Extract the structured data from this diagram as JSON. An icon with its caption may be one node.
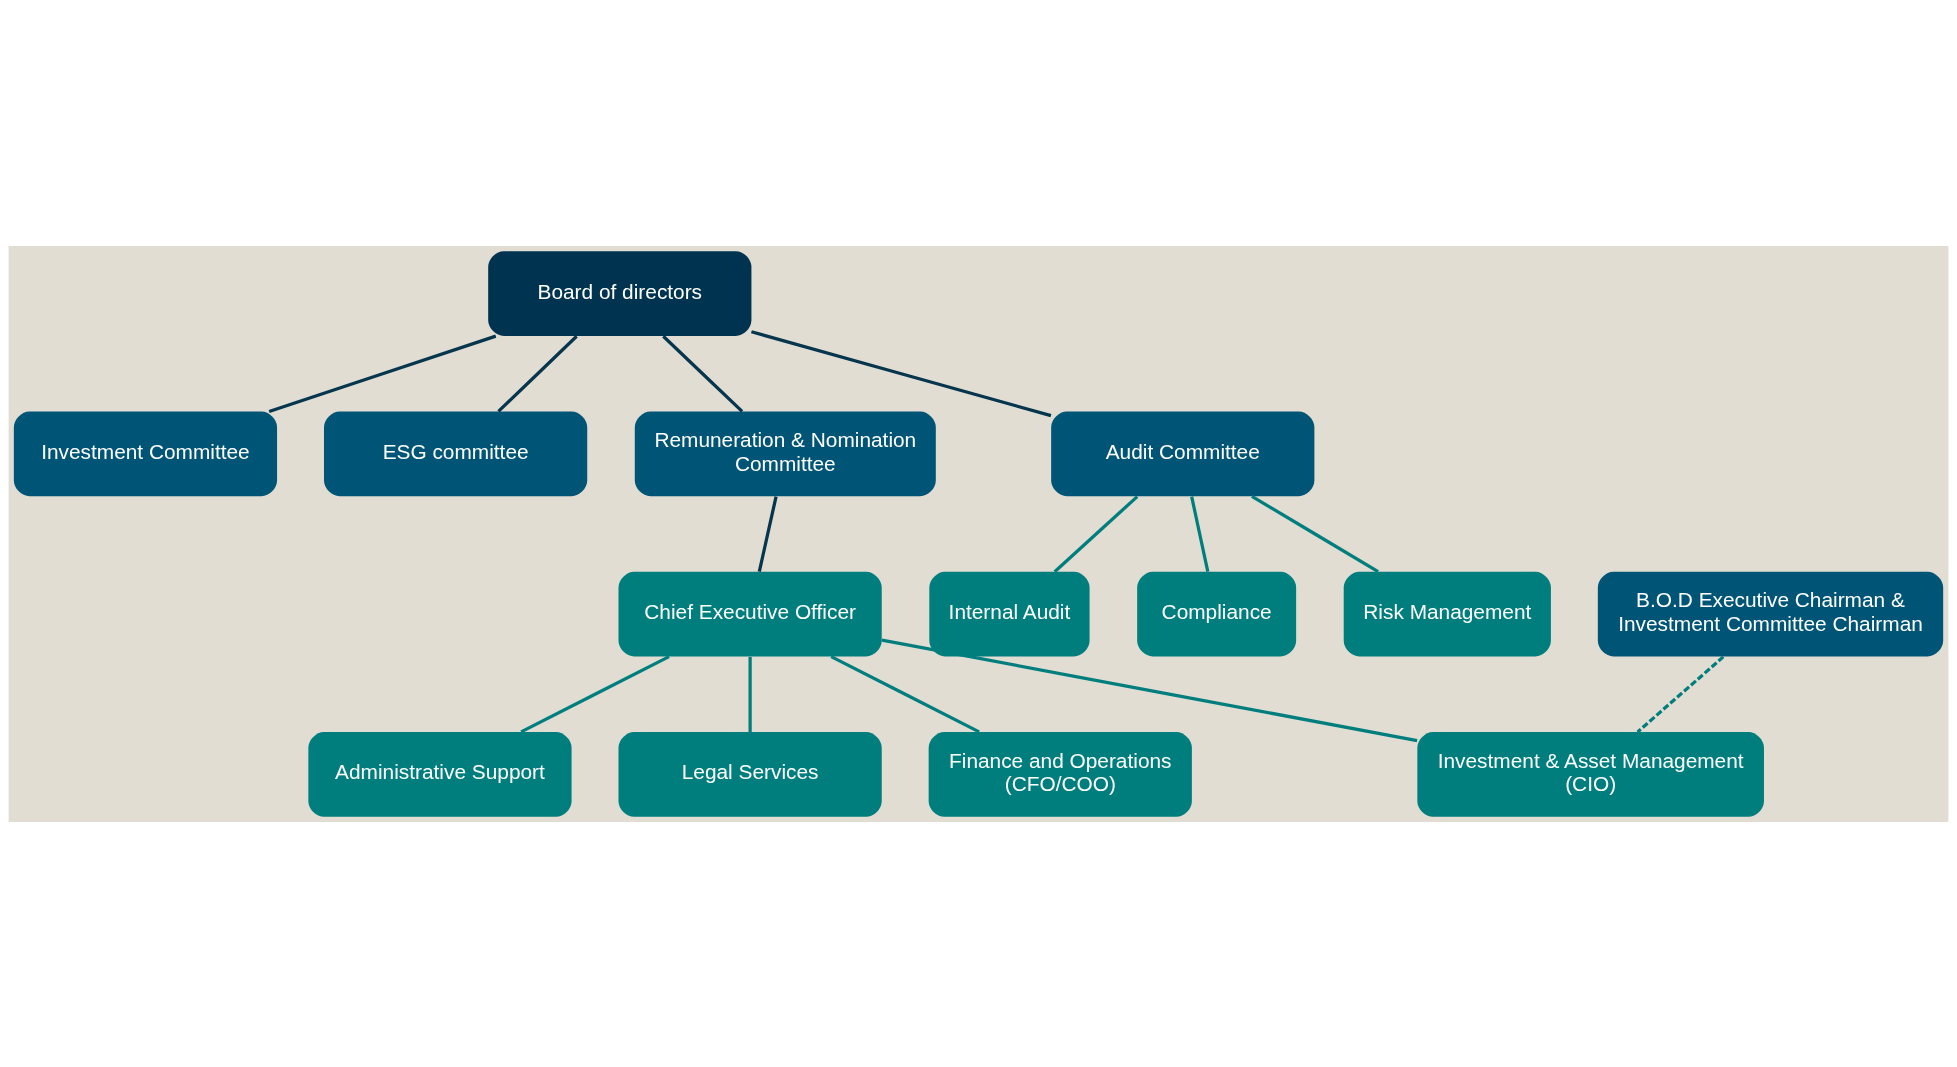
{
  "diagram": {
    "nodes": [
      {
        "text": [
          "Board of directors"
        ]
      },
      {
        "text": [
          "Investment Committee"
        ]
      },
      {
        "text": [
          "ESG committee"
        ]
      },
      {
        "text": [
          "Remuneration & Nomination Committee"
        ]
      },
      {
        "text": [
          "Audit Committee"
        ]
      },
      {
        "text": [
          "Internal Audit"
        ]
      },
      {
        "text": [
          "Compliance"
        ]
      },
      {
        "text": [
          "Risk Management"
        ]
      },
      {
        "text": [
          "B.O.D Executive Chairman & Investment Committee Chairman"
        ]
      },
      {
        "text": [
          "Chief Executive Officer"
        ]
      },
      {
        "text": [
          "Investment & Asset Management (CIO)"
        ]
      },
      {
        "text": [
          "Administrative Support"
        ]
      },
      {
        "text": [
          "Legal Services"
        ]
      },
      {
        "text": [
          "Finance and Operations (CFO/COO)"
        ]
      }
    ],
    "edges": [
      {
        "from": 0,
        "to": 1,
        "arrow": "none",
        "color": "#05364e"
      },
      {
        "from": 0,
        "to": 2,
        "arrow": "none",
        "color": "#05364e"
      },
      {
        "from": 0,
        "to": 3,
        "arrow": "none",
        "color": "#05364e"
      },
      {
        "from": 0,
        "to": 4,
        "arrow": "none",
        "color": "#05364e"
      },
      {
        "from": 4,
        "to": 5,
        "arrow": "none"
      },
      {
        "from": 4,
        "to": 6,
        "arrow": "none"
      },
      {
        "from": 4,
        "to": 7,
        "arrow": "none"
      },
      {
        "from": 3,
        "to": 9,
        "arrow": "none",
        "color": "#05364e"
      },
      {
        "from": 9,
        "to": 10,
        "arrow": "none"
      },
      {
        "from": 9,
        "to": 11,
        "arrow": "none"
      },
      {
        "from": 9,
        "to": 12,
        "arrow": "none"
      },
      {
        "from": 9,
        "to": 13,
        "arrow": "none"
      },
      {
        "from": 8,
        "to": 10,
        "arrow": "none",
        "style": "dashed"
      }
    ]
  }
}
